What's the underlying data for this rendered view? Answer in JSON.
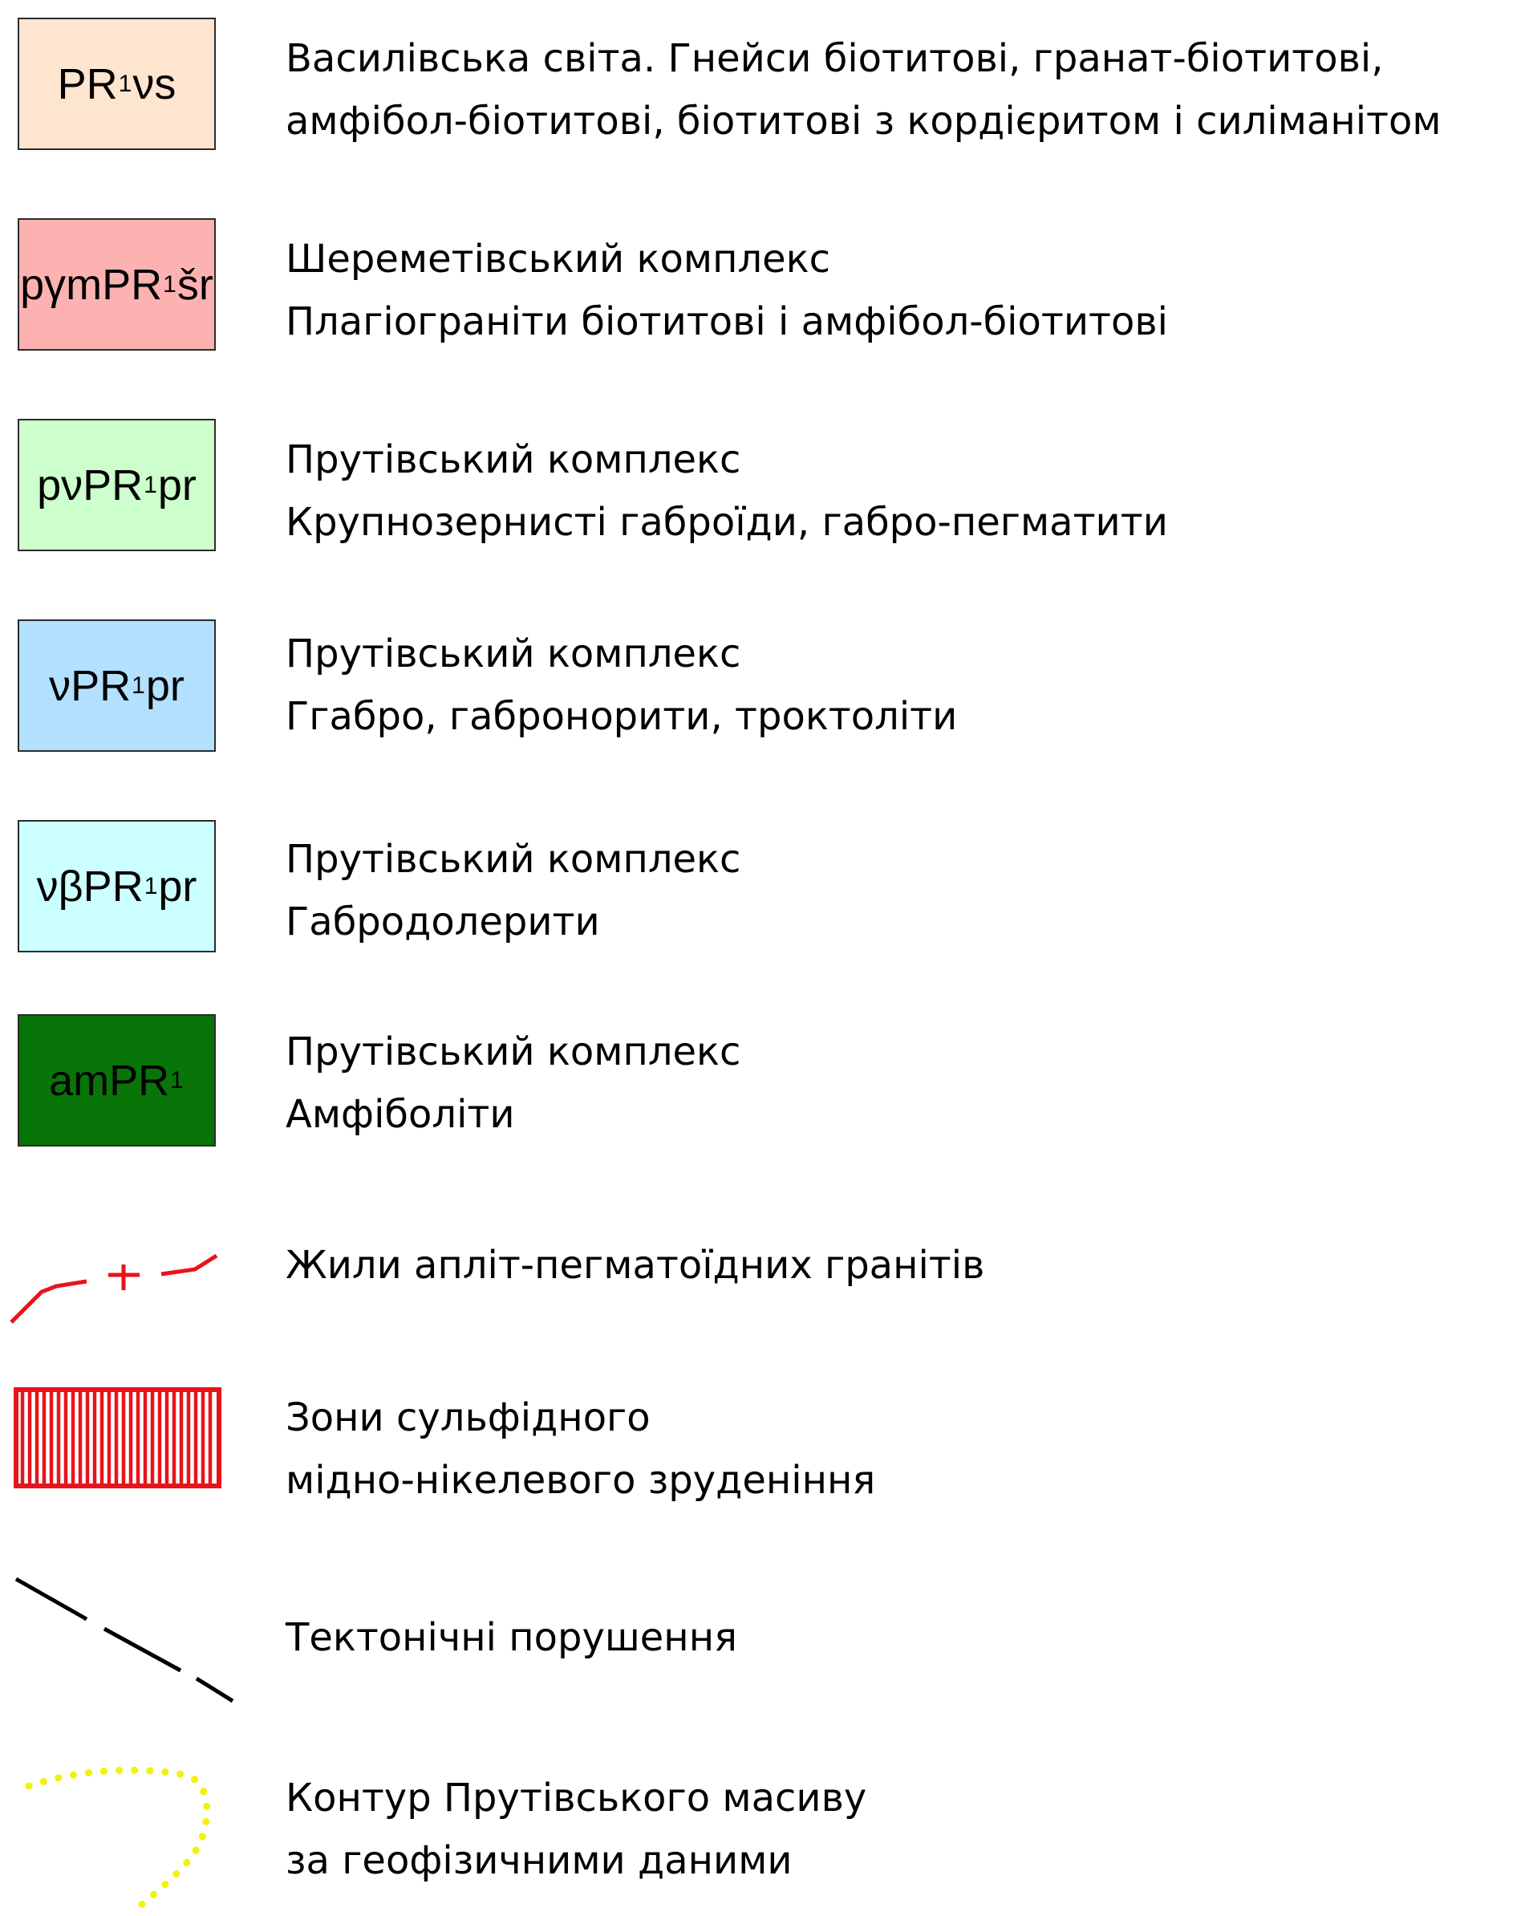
{
  "legend": {
    "units": [
      {
        "code_main": "PR",
        "code_sub": "1",
        "code_tail": "νs",
        "code_prefix": "",
        "color": "#fde5cf",
        "lines": [
          "Василівська світа. Гнейси біотитові, гранат-біотитові,",
          "амфібол-біотитові, біотитові з кордієритом і силіманітом"
        ]
      },
      {
        "code_prefix": "pγm",
        "code_main": "PR",
        "code_sub": "1",
        "code_tail": "šr",
        "color": "#fdb2b2",
        "lines": [
          "Шереметівський комплекс",
          "Плагіограніти біотитові і амфібол-біотитові"
        ]
      },
      {
        "code_prefix": "pν",
        "code_main": "PR",
        "code_sub": "1",
        "code_tail": "pr",
        "color": "#ccffcc",
        "lines": [
          "Прутівський комплекс",
          "Крупнозернисті габроїди, габро-пегматити"
        ]
      },
      {
        "code_prefix": "ν",
        "code_main": "PR",
        "code_sub": "1",
        "code_tail": "pr",
        "color": "#b3e0ff",
        "lines": [
          "Прутівський комплекс",
          "Ггабро, габронорити, троктоліти"
        ]
      },
      {
        "code_prefix": "νβ",
        "code_main": "PR",
        "code_sub": "1",
        "code_tail": "pr",
        "color": "#ccffff",
        "lines": [
          "Прутівський комплекс",
          "Габродолерити"
        ]
      },
      {
        "code_prefix": "am",
        "code_main": "PR",
        "code_sub": "1",
        "code_tail": "",
        "color": "#087508",
        "lines": [
          "Прутівський комплекс",
          "Амфіболіти"
        ]
      }
    ],
    "symbols": [
      {
        "icon": "aplite-pegmatite-vein-icon",
        "color": "#e8141b",
        "lines": [
          "Жили апліт-пегматоїдних гранітів"
        ]
      },
      {
        "icon": "sulfide-zone-hatch-icon",
        "color": "#e8141b",
        "lines": [
          "Зони сульфідного",
          "мідно-нікелевого зруденіння"
        ]
      },
      {
        "icon": "tectonic-fault-icon",
        "color": "#000000",
        "lines": [
          "Тектонічні порушення"
        ]
      },
      {
        "icon": "massif-contour-icon",
        "color": "#f2f20d",
        "lines": [
          "Контур Прутівського масиву",
          "за геофізичними даними"
        ]
      }
    ]
  }
}
